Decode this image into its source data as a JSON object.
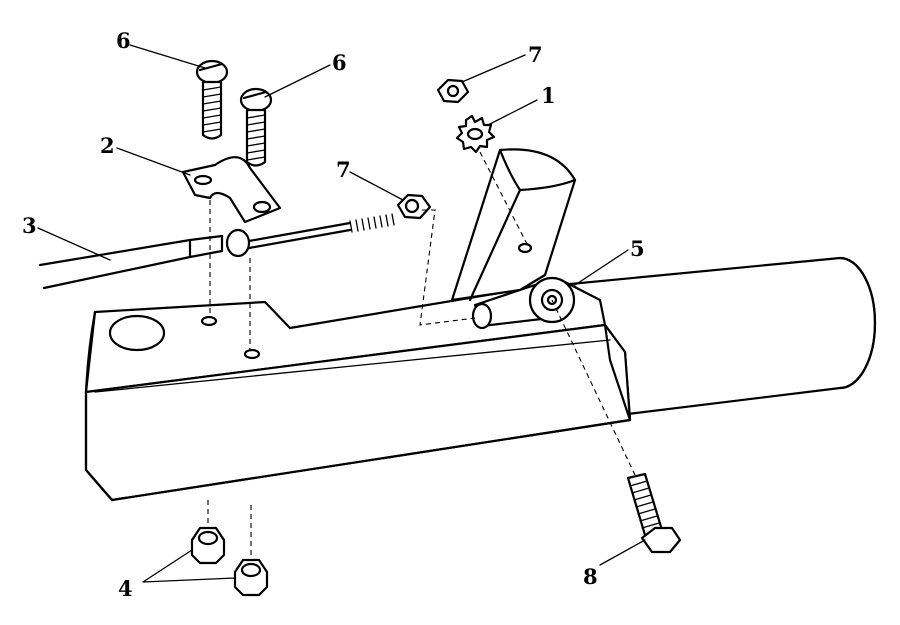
{
  "callouts": {
    "c1": "1",
    "c2": "2",
    "c3": "3",
    "c4": "4",
    "c5": "5",
    "c6a": "6",
    "c6b": "6",
    "c7a": "7",
    "c7b": "7",
    "c8": "8"
  }
}
